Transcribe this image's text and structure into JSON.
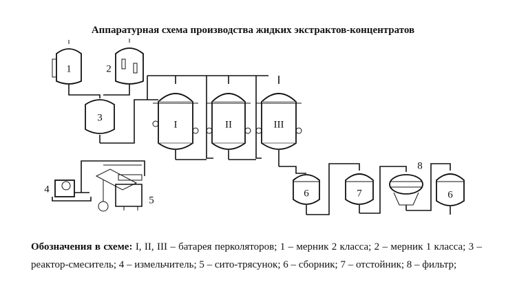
{
  "title": "Аппаратурная схема производства жидких экстрактов-концентратов",
  "labels": {
    "v1": "1",
    "v2": "2",
    "v3": "3",
    "p1": "I",
    "p2": "II",
    "p3": "III",
    "v4": "4",
    "v5": "5",
    "c6a": "6",
    "c7": "7",
    "c8": "8",
    "c6b": "6"
  },
  "legend": {
    "heading": "Обозначения в схеме:",
    "text": " I, II, III – батарея перколяторов; 1 – мерник 2 класса; 2 – мерник 1 класса; 3 – реактор-смеситель; 4 – измельчитель; 5 – сито-трясунок; 6 – сборник; 7 – отстойник; 8 – фильтр;"
  }
}
